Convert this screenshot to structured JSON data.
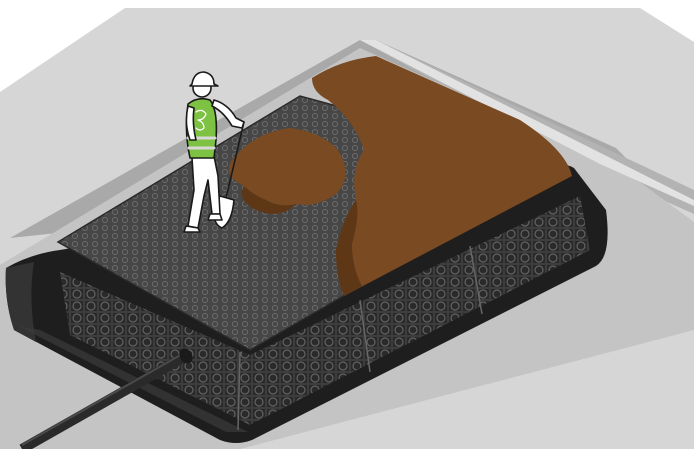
{
  "diagram": {
    "title": "",
    "labels": [],
    "components": [
      "excavated-trench",
      "geotextile-membrane-wrap",
      "modular-storage-crates",
      "geogrid-cover-layer",
      "soil-backfill",
      "inlet-pipe",
      "worker-with-shovel"
    ]
  },
  "colors": {
    "background": "#ffffff",
    "ground_top": "#d6d6d6",
    "ground_face": "#bcbcbc",
    "trench_wall": "#a9a9a9",
    "trench_floor": "#c4c4c4",
    "membrane": "#1e1e1e",
    "membrane_highlight": "#3a3a3a",
    "crate_grid": "#5a5a5a",
    "cover_layer": "#4b4b4b",
    "soil": "#7a4a22",
    "soil_dark": "#5e3716",
    "pipe": "#2a2a2a",
    "vest": "#7dc242",
    "vest_stripe": "#d8d8d8",
    "worker_outline": "#1a1a1a",
    "worker_fill": "#ffffff"
  },
  "icons": [
    "hard-hat-icon",
    "shovel-icon"
  ]
}
